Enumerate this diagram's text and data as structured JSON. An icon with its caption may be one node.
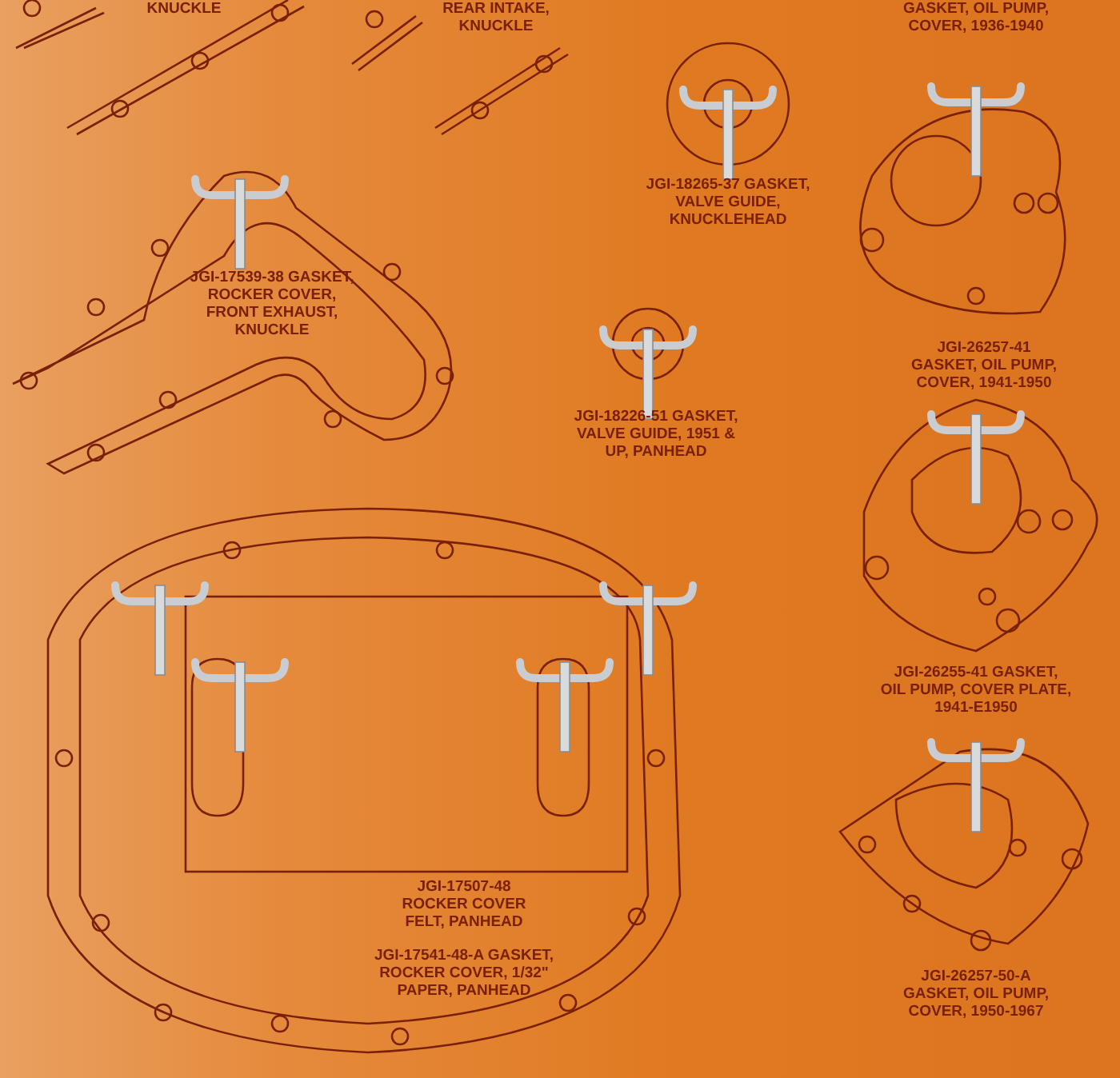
{
  "diagram": {
    "labels": [
      "KNUCKLE",
      "REAR INTAKE, KNUCKLE",
      "GASKET, OIL PUMP, COVER, 1936-1940",
      "JGI-18265-37 GASKET, VALVE GUIDE, KNUCKLEHEAD",
      "JGI-17539-38 GASKET, ROCKER COVER, FRONT EXHAUST, KNUCKLE",
      "JGI-26257-41 GASKET, OIL PUMP, COVER, 1941-1950",
      "JGI-18226-51 GASKET, VALVE GUIDE, 1951 & UP, PANHEAD",
      "JGI-26255-41 GASKET, OIL PUMP, COVER PLATE, 1941-E1950",
      "JGI-17507-48 ROCKER COVER FELT, PANHEAD",
      "JGI-17541-48-A GASKET, ROCKER COVER, 1/32\" PAPER, PANHEAD",
      "JGI-26257-50-A GASKET, OIL PUMP, COVER, 1950-1967"
    ]
  }
}
